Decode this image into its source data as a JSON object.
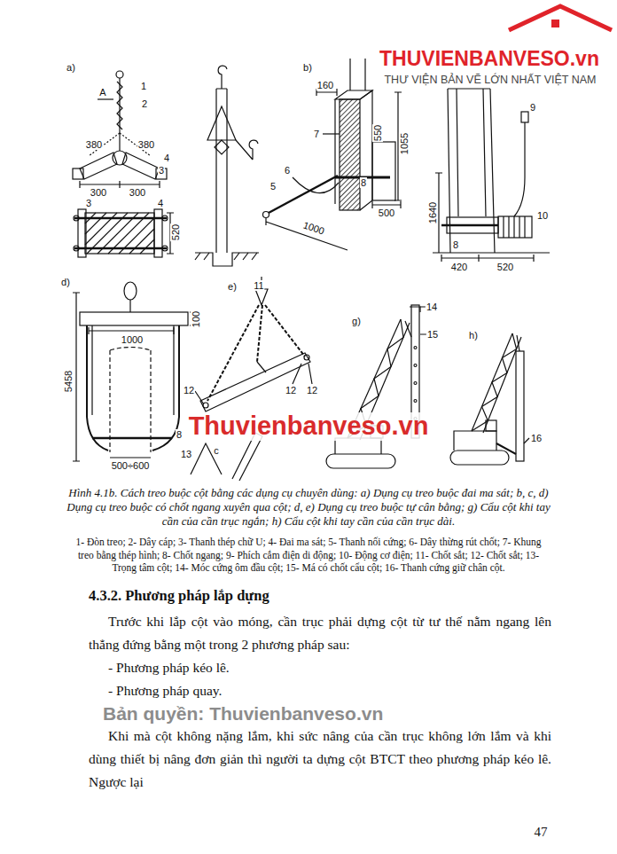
{
  "diagram": {
    "title": "4.3.2. Phương pháp lắp dựng",
    "caption": "Hình 4.1b. Cách treo buộc cột bằng các dụng cụ chuyên dùng: a) Dụng cụ treo buộc đai ma sát; b, c, d) Dụng cụ treo buộc có chốt ngang xuyên qua cột; d, e) Dụng cụ treo buộc tự cân bằng; g) Cẩu cột khi tay cần của cần trục ngắn; h) Cẩu cột khi tay cần của cần trục dài.",
    "labels": [
      "THUVIENBANVESO.vn",
      "THƯ VIỆN BẢN VẼ LỚN NHẤT VIỆT NAM",
      "a)",
      "A",
      "1",
      "2",
      "380",
      "380",
      "4",
      "3",
      "300",
      "300",
      "3",
      "4",
      "520",
      "b)",
      "160",
      "550",
      "7",
      "1055",
      "6",
      "5",
      "8",
      "500",
      "1000",
      "9",
      "10",
      "1640",
      "8",
      "420",
      "520",
      "d)",
      "100",
      "1000",
      "5458",
      "8",
      "500÷600",
      "e)",
      "11",
      "12",
      "12",
      "12",
      "13",
      "c",
      "g)",
      "14",
      "15",
      "h)",
      "16",
      "Thuvienbanveso.vn",
      "1- Đòn treo; 2- Dây cáp; 3- Thanh thép chữ U; 4- Đai ma sát; 5- Thanh nối cứng; 6- Dây thừng rút chốt; 7- Khung treo bằng thép hình; 8- Chốt ngang; 9- Phích cắm điện di động; 10- Động cơ điện; 11- Chốt sắt; 12- Chốt sắt; 13- Trọng tâm cột; 14- Móc cứng ôm đầu cột; 15- Má có chốt cẩu cột; 16- Thanh cứng giữ chân cột.",
      "Trước khi lắp cột vào móng, cần trục phải dựng cột từ tư thế nằm ngang lên thẳng đứng bằng một trong 2 phương pháp sau:",
      "- Phương pháp kéo lê.",
      "- Phương pháp quay.",
      "Bản quyền: Thuvienbanveso.vn",
      "Khi mà cột không nặng lắm, khi sức nâng của cần trục không lớn lắm và khi dùng thiết bị nâng đơn giản thì người ta dựng cột BTCT theo phương pháp kéo lê. Ngược lại",
      "47"
    ]
  }
}
